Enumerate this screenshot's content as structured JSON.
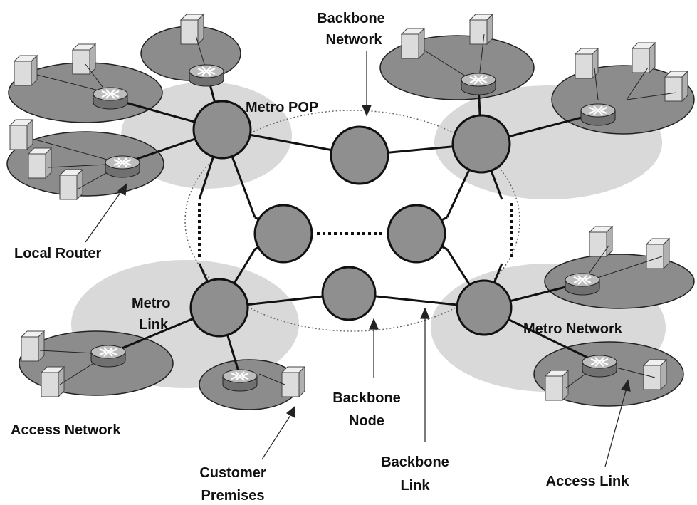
{
  "labels": {
    "backbone_network_1": "Backbone",
    "backbone_network_2": "Network",
    "metro_pop": "Metro POP",
    "local_router": "Local Router",
    "metro_link_1": "Metro",
    "metro_link_2": "Link",
    "metro_network": "Metro Network",
    "access_network": "Access Network",
    "backbone_node_1": "Backbone",
    "backbone_node_2": "Node",
    "backbone_link_1": "Backbone",
    "backbone_link_2": "Link",
    "customer_premises_1": "Customer",
    "customer_premises_2": "Premises",
    "access_link": "Access Link"
  },
  "colors": {
    "metro_region": "#d9d9d9",
    "access_region": "#8c8c8c",
    "node_fill": "#8f8f8f",
    "host_fill": "#e0e0e0",
    "router_fill": "#9a9a9a",
    "line": "#111111"
  }
}
